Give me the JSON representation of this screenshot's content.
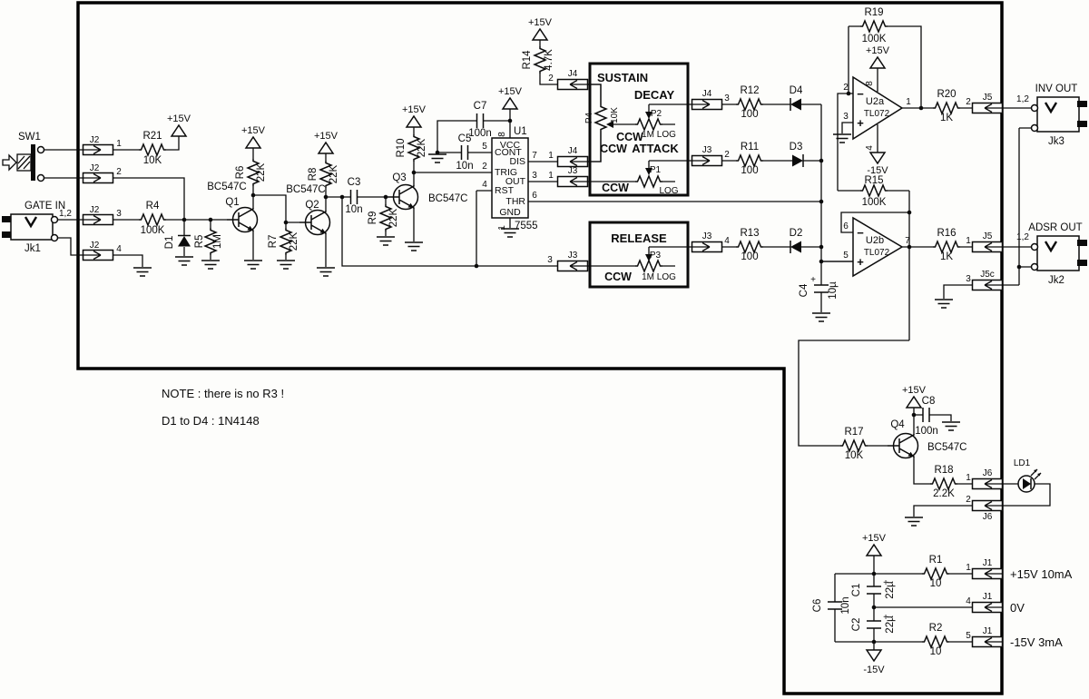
{
  "t": {
    "p15": "+15V",
    "m15": "-15V",
    "sw1": "SW1",
    "gatein": "GATE IN",
    "jk1": "Jk1",
    "jk2": "Jk2",
    "jk3": "Jk3",
    "invout": "INV OUT",
    "adsrout": "ADSR OUT",
    "ld1": "LD1",
    "one2": "1,2",
    "ccw": "CCW",
    "sustain": "SUSTAIN",
    "decay": "DECAY",
    "attack": "ATTACK",
    "release": "RELEASE",
    "u1": "U1",
    "u1p": "7555",
    "u2a": "U2a",
    "u2b": "U2b",
    "tl": "TL072",
    "vcc": "VCC",
    "cont": "CONT",
    "trig": "TRIG",
    "rst": "RST",
    "dis": "DIS",
    "out": "OUT",
    "thr": "THR",
    "gnd": "GND",
    "j1": "J1",
    "j2": "J2",
    "j3": "J3",
    "j4": "J4",
    "j5": "J5",
    "j5c": "J5c",
    "j6": "J6",
    "n1": "1",
    "n2": "2",
    "n3": "3",
    "n4": "4",
    "n5": "5",
    "n6": "6",
    "n7": "7",
    "n8": "8",
    "p15out": "+15V 10mA",
    "v0": "0V",
    "m15out": "-15V 3mA",
    "note1": "NOTE : there is no R3 !",
    "note2": "D1 to D4 : 1N4148",
    "bc": "BC547C",
    "q1": "Q1",
    "q2": "Q2",
    "q3": "Q3",
    "q4": "Q4",
    "r1": "R1",
    "r2": "R2",
    "r4": "R4",
    "r5": "R5",
    "r6": "R6",
    "r7": "R7",
    "r8": "R8",
    "r9": "R9",
    "r10": "R10",
    "r11": "R11",
    "r12": "R12",
    "r13": "R13",
    "r14": "R14",
    "r15": "R15",
    "r16": "R16",
    "r17": "R17",
    "r18": "R18",
    "r19": "R19",
    "r20": "R20",
    "r21": "R21",
    "c1": "C1",
    "c2": "C2",
    "c3": "C3",
    "c4": "C4",
    "c5": "C5",
    "c6": "C6",
    "c7": "C7",
    "c8": "C8",
    "d1": "D1",
    "d2": "D2",
    "d3": "D3",
    "d4": "D4",
    "p1": "P1",
    "p2": "P2",
    "p3": "P3",
    "p4": "P4",
    "v10": "10",
    "v100": "100",
    "v1k": "1K",
    "v2k2": "2.2K",
    "v4k7": "4.7K",
    "v10k": "10K",
    "v22k": "22K",
    "v100k": "100K",
    "v1m": "1M",
    "v10n": "10n",
    "v100n": "100n",
    "v22u": "22µ",
    "v10u": "10µ",
    "v1ml": "1M LOG",
    "vlog": "LOG",
    "plus": "+",
    "minus": "−"
  }
}
